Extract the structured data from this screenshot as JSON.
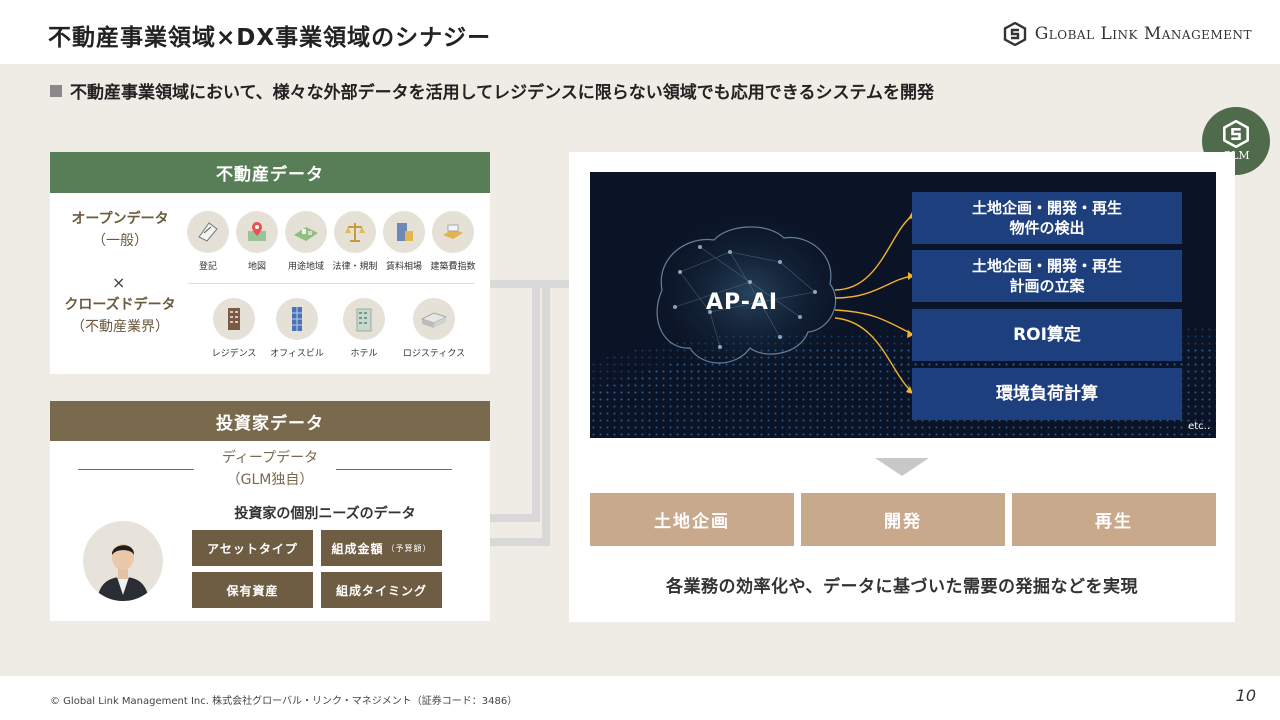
{
  "header": {
    "title": "不動産事業領域×DX事業領域のシナジー",
    "logo_text": "Global Link Management"
  },
  "subtitle": "不動産事業領域において、様々な外部データを活用してレジデンスに限らない領域でも応用できるシステムを開発",
  "badge": "GLM",
  "real_estate": {
    "header": "不動産データ",
    "open_label": "オープンデータ",
    "open_sub": "（一般）",
    "times": "×",
    "closed_label": "クローズドデータ",
    "closed_sub": "（不動産業界）",
    "open_items": [
      "登記",
      "地図",
      "用途地域",
      "法律・規制",
      "賃料相場",
      "建築費指数"
    ],
    "closed_items": [
      "レジデンス",
      "オフィスビル",
      "ホテル",
      "ロジスティクス"
    ]
  },
  "investor": {
    "header": "投資家データ",
    "deep_label": "ディープデータ",
    "deep_sub": "（GLM独自）",
    "needs_title": "投資家の個別ニーズのデータ",
    "tags": {
      "asset_type": "アセットタイプ",
      "budget": "組成金額",
      "budget_note": "（予算額）",
      "holdings": "保有資産",
      "timing": "組成タイミング"
    }
  },
  "ai": {
    "label": "AP-AI",
    "items": [
      {
        "line1": "土地企画・開発・再生",
        "line2": "物件の検出"
      },
      {
        "line1": "土地企画・開発・再生",
        "line2": "計画の立案"
      },
      {
        "line1": "ROI算定",
        "line2": ""
      },
      {
        "line1": "環境負荷計算",
        "line2": ""
      }
    ],
    "etc": "etc.."
  },
  "business": [
    "土地企画",
    "開発",
    "再生"
  ],
  "realize": "各業務の効率化や、データに基づいた需要の発掘などを実現",
  "footer": {
    "copyright": "© Global Link Management Inc.  株式会社グローバル・リンク・マネジメント（証券コード：3486）",
    "page": "10"
  },
  "colors": {
    "green": "#587e57",
    "brown": "#7a6a4d",
    "tan": "#c9a98c",
    "navy": "#1e3f7d"
  }
}
